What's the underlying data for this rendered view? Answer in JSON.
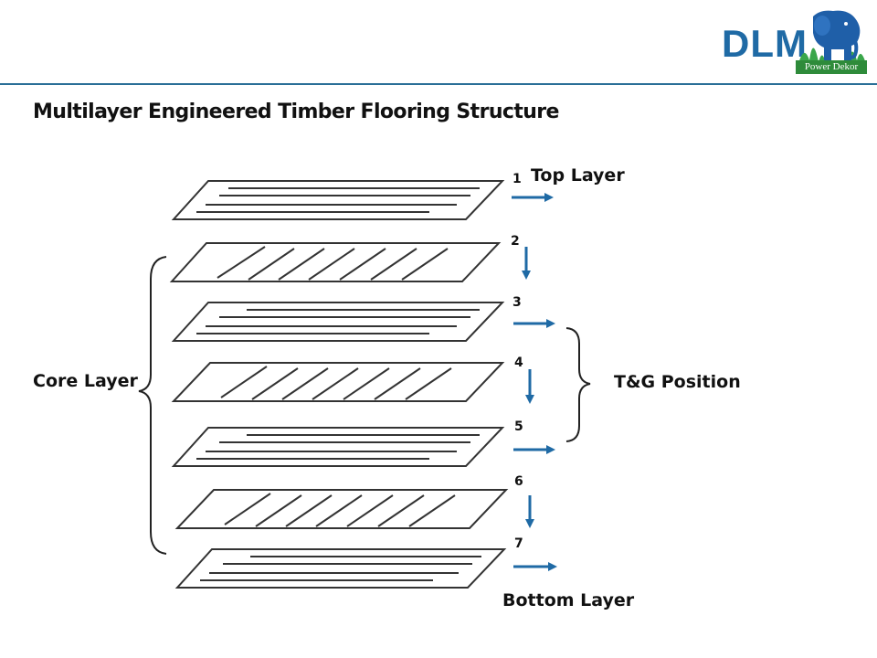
{
  "header": {
    "logo_text": "DLM",
    "logo_sub": "Power Dekor",
    "logo_icon": "elephant-icon",
    "accent": "#1f6aa5"
  },
  "title": "Multilayer Engineered Timber Flooring Structure",
  "layer_numbers": [
    "1",
    "2",
    "3",
    "4",
    "5",
    "6",
    "7"
  ],
  "labels": {
    "top": "Top Layer",
    "core": "Core Layer",
    "tg": "T&G Position",
    "bottom": "Bottom Layer"
  },
  "colors": {
    "arrow": "#1f6aa5",
    "outline": "#333333"
  }
}
